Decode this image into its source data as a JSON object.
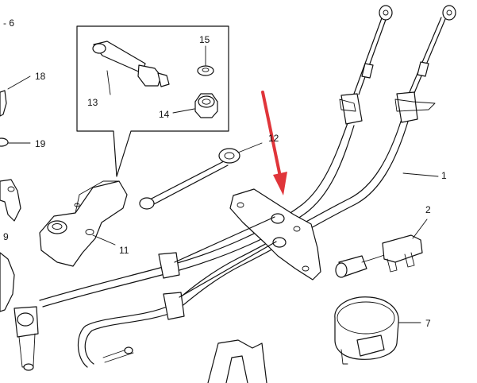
{
  "callouts": {
    "c1": "1",
    "c2": "2",
    "c6": "- 6",
    "c7": "7",
    "c9": "9",
    "c11": "11",
    "c12": "12",
    "c13": "13",
    "c14": "14",
    "c15": "15",
    "c18": "18",
    "c19": "19"
  },
  "colors": {
    "arrow": "#e0353a",
    "ink": "#111111"
  }
}
